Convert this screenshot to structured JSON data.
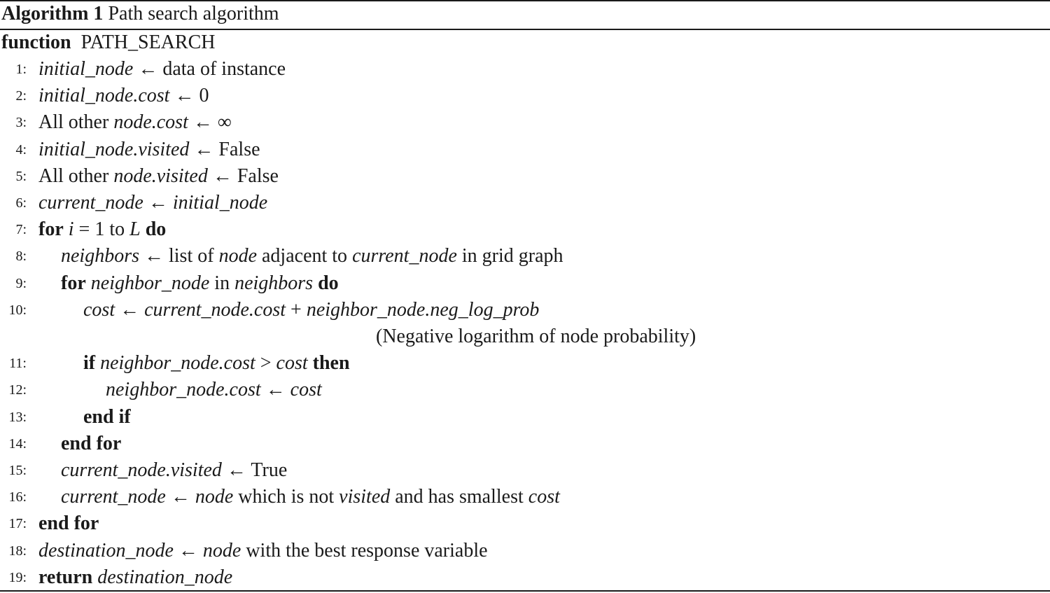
{
  "caption": {
    "label": "Algorithm 1",
    "title": "Path search algorithm"
  },
  "function": {
    "keyword": "function",
    "name": "PATH_SEARCH"
  },
  "lines": [
    {
      "num": "1:",
      "indent": 0,
      "parts": [
        {
          "t": "initial_node",
          "s": "var"
        },
        {
          "t": " ← data of instance",
          "s": "text"
        }
      ]
    },
    {
      "num": "2:",
      "indent": 0,
      "parts": [
        {
          "t": "initial_node.cost",
          "s": "var"
        },
        {
          "t": " ← 0",
          "s": "text"
        }
      ]
    },
    {
      "num": "3:",
      "indent": 0,
      "parts": [
        {
          "t": "All other ",
          "s": "text"
        },
        {
          "t": "node.cost",
          "s": "var"
        },
        {
          "t": " ← ∞",
          "s": "text"
        }
      ]
    },
    {
      "num": "4:",
      "indent": 0,
      "parts": [
        {
          "t": "initial_node.visited",
          "s": "var"
        },
        {
          "t": " ← False",
          "s": "text"
        }
      ]
    },
    {
      "num": "5:",
      "indent": 0,
      "parts": [
        {
          "t": "All other ",
          "s": "text"
        },
        {
          "t": "node.visited",
          "s": "var"
        },
        {
          "t": " ← False",
          "s": "text"
        }
      ]
    },
    {
      "num": "6:",
      "indent": 0,
      "parts": [
        {
          "t": "current_node",
          "s": "var"
        },
        {
          "t": " ← ",
          "s": "text"
        },
        {
          "t": "initial_node",
          "s": "var"
        }
      ]
    },
    {
      "num": "7:",
      "indent": 0,
      "parts": [
        {
          "t": "for",
          "s": "kw"
        },
        {
          "t": " ",
          "s": "text"
        },
        {
          "t": "i",
          "s": "var"
        },
        {
          "t": " = 1 to ",
          "s": "text"
        },
        {
          "t": "L",
          "s": "var"
        },
        {
          "t": " ",
          "s": "text"
        },
        {
          "t": "do",
          "s": "kw"
        }
      ]
    },
    {
      "num": "8:",
      "indent": 1,
      "parts": [
        {
          "t": "neighbors",
          "s": "var"
        },
        {
          "t": " ← list of ",
          "s": "text"
        },
        {
          "t": "node",
          "s": "var"
        },
        {
          "t": " adjacent to ",
          "s": "text"
        },
        {
          "t": "current_node",
          "s": "var"
        },
        {
          "t": " in grid graph",
          "s": "text"
        }
      ]
    },
    {
      "num": "9:",
      "indent": 1,
      "parts": [
        {
          "t": "for",
          "s": "kw"
        },
        {
          "t": " ",
          "s": "text"
        },
        {
          "t": "neighbor_node",
          "s": "var"
        },
        {
          "t": " in ",
          "s": "text"
        },
        {
          "t": "neighbors",
          "s": "var"
        },
        {
          "t": " ",
          "s": "text"
        },
        {
          "t": "do",
          "s": "kw"
        }
      ]
    },
    {
      "num": "10:",
      "indent": 2,
      "parts": [
        {
          "t": "cost",
          "s": "var"
        },
        {
          "t": " ← ",
          "s": "text"
        },
        {
          "t": "current_node.cost",
          "s": "var"
        },
        {
          "t": " + ",
          "s": "text"
        },
        {
          "t": "neighbor_node.neg_log_prob",
          "s": "var"
        }
      ]
    },
    {
      "num": "",
      "indent": -1,
      "parts": [
        {
          "t": "(Negative logarithm of node probability)",
          "s": "text"
        }
      ]
    },
    {
      "num": "11:",
      "indent": 2,
      "parts": [
        {
          "t": "if",
          "s": "kw"
        },
        {
          "t": " ",
          "s": "text"
        },
        {
          "t": "neighbor_node.cost",
          "s": "var"
        },
        {
          "t": " > ",
          "s": "text"
        },
        {
          "t": "cost",
          "s": "var"
        },
        {
          "t": " ",
          "s": "text"
        },
        {
          "t": "then",
          "s": "kw"
        }
      ]
    },
    {
      "num": "12:",
      "indent": 3,
      "parts": [
        {
          "t": "neighbor_node.cost",
          "s": "var"
        },
        {
          "t": " ← ",
          "s": "text"
        },
        {
          "t": "cost",
          "s": "var"
        }
      ]
    },
    {
      "num": "13:",
      "indent": 2,
      "parts": [
        {
          "t": "end if",
          "s": "kw"
        }
      ]
    },
    {
      "num": "14:",
      "indent": 1,
      "parts": [
        {
          "t": "end for",
          "s": "kw"
        }
      ]
    },
    {
      "num": "15:",
      "indent": 1,
      "parts": [
        {
          "t": "current_node.visited",
          "s": "var"
        },
        {
          "t": " ← True",
          "s": "text"
        }
      ]
    },
    {
      "num": "16:",
      "indent": 1,
      "parts": [
        {
          "t": "current_node",
          "s": "var"
        },
        {
          "t": " ← ",
          "s": "text"
        },
        {
          "t": "node",
          "s": "var"
        },
        {
          "t": " which is not ",
          "s": "text"
        },
        {
          "t": "visited",
          "s": "var"
        },
        {
          "t": " and has smallest ",
          "s": "text"
        },
        {
          "t": "cost",
          "s": "var"
        }
      ]
    },
    {
      "num": "17:",
      "indent": 0,
      "parts": [
        {
          "t": "end for",
          "s": "kw"
        }
      ]
    },
    {
      "num": "18:",
      "indent": 0,
      "parts": [
        {
          "t": "destination_node",
          "s": "var"
        },
        {
          "t": " ← ",
          "s": "text"
        },
        {
          "t": "node",
          "s": "var"
        },
        {
          "t": " with the best response variable",
          "s": "text"
        }
      ]
    },
    {
      "num": "19:",
      "indent": 0,
      "parts": [
        {
          "t": "return",
          "s": "kw"
        },
        {
          "t": "  ",
          "s": "text"
        },
        {
          "t": "destination_node",
          "s": "var"
        }
      ]
    }
  ]
}
